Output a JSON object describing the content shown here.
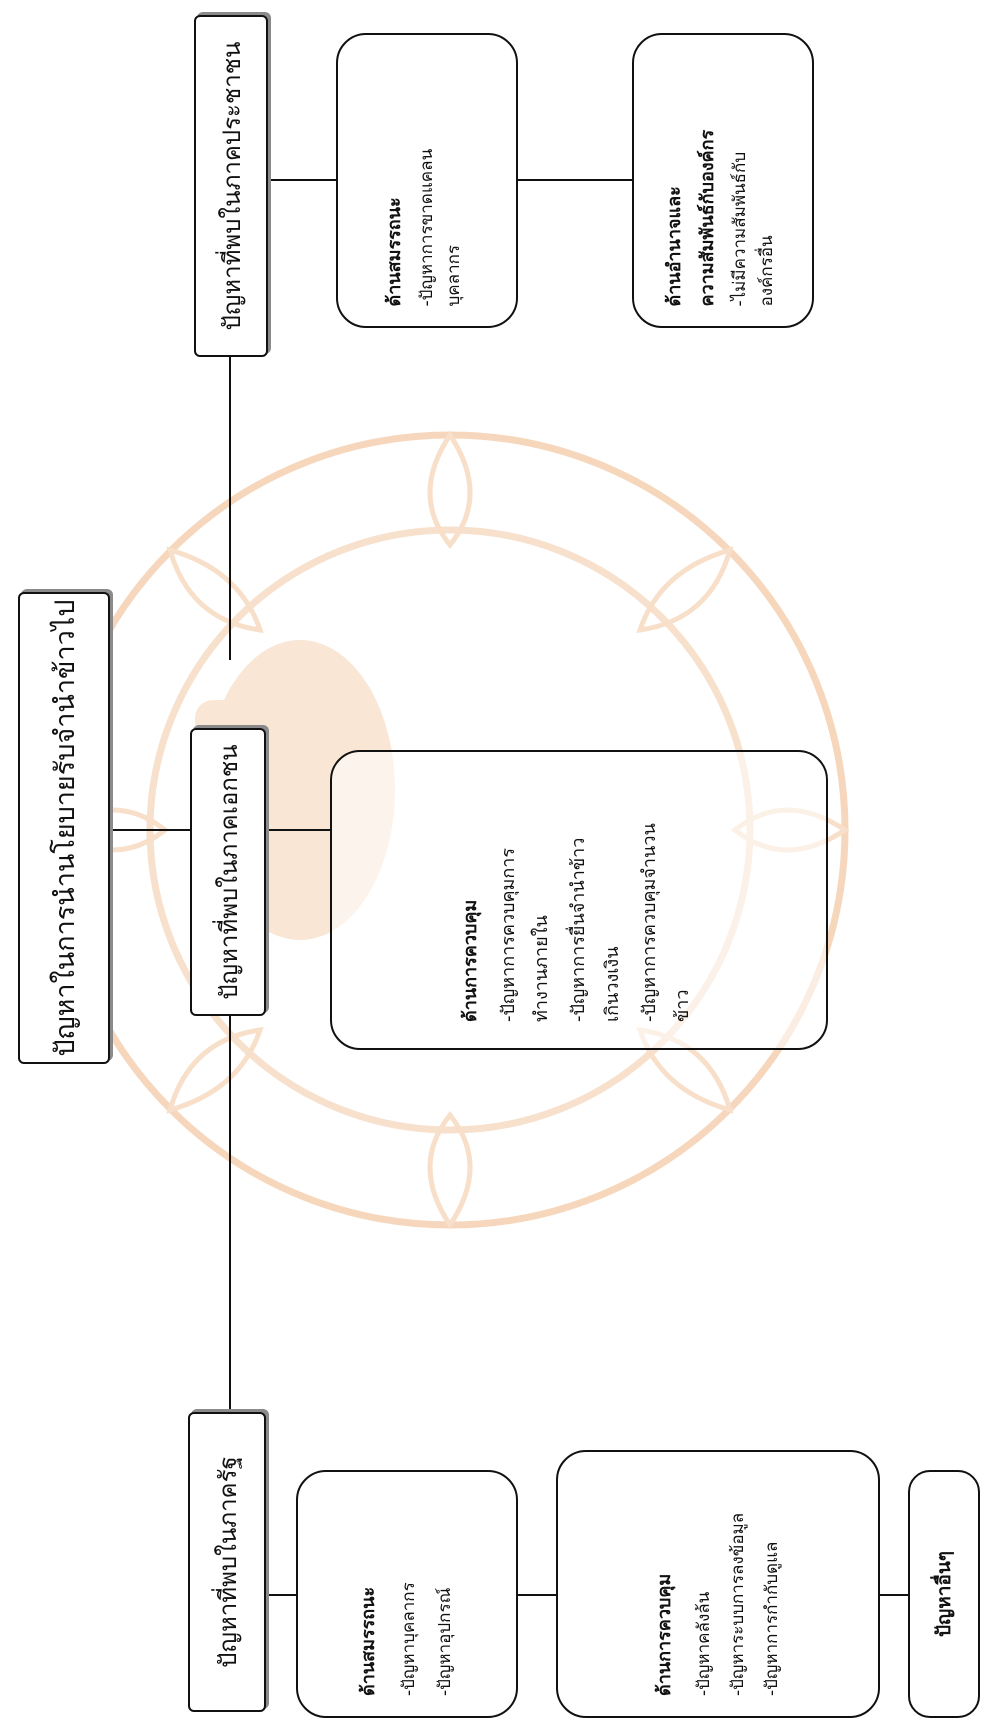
{
  "main_title": "ปัญหาในการนำนโยบายรับจำนำข้าวไป",
  "public_sector": {
    "header": "ปัญหาที่พบในภาครัฐ",
    "competency": {
      "heading": "ด้านสมรรถนะ",
      "item1": "-ปัญหาบุคลากร",
      "item2": "-ปัญหาอุปกรณ์"
    },
    "control": {
      "heading": "ด้านการควบคุม",
      "item1": "-ปัญหาคลังล้น",
      "item2": "-ปัญหาระบบการลงข้อมูล",
      "item3": "-ปัญหาการกำกับดูแล"
    },
    "other": "ปัญหาอื่นๆ"
  },
  "private_sector": {
    "header": "ปัญหาที่พบในภาคเอกชน",
    "control": {
      "heading": "ด้านการควบคุม",
      "item1_line1": "-ปัญหาการควบคุมการ",
      "item1_line2": "ทำงานภายใน",
      "item2_line1": "-ปัญหาการยื่นจำนำข้าว",
      "item2_line2": "เกินวงเงิน",
      "item3_line1": "-ปัญหาการควบคุมจำนวน",
      "item3_line2": "ข้าว"
    }
  },
  "people_sector": {
    "header": "ปัญหาที่พบในภาคประชาชน",
    "competency": {
      "heading": "ด้านสมรรถนะ",
      "item1_line1": "-ปัญหาการขาดแคลน",
      "item1_line2": "บุคลากร"
    },
    "authority": {
      "heading_line1": "ด้านอำนาจและ",
      "heading_line2": "ความสัมพันธ์กับองค์กร",
      "item1_line1": "-ไม่มีความสัมพันธ์กับ",
      "item1_line2": "องค์กรอื่น"
    }
  }
}
